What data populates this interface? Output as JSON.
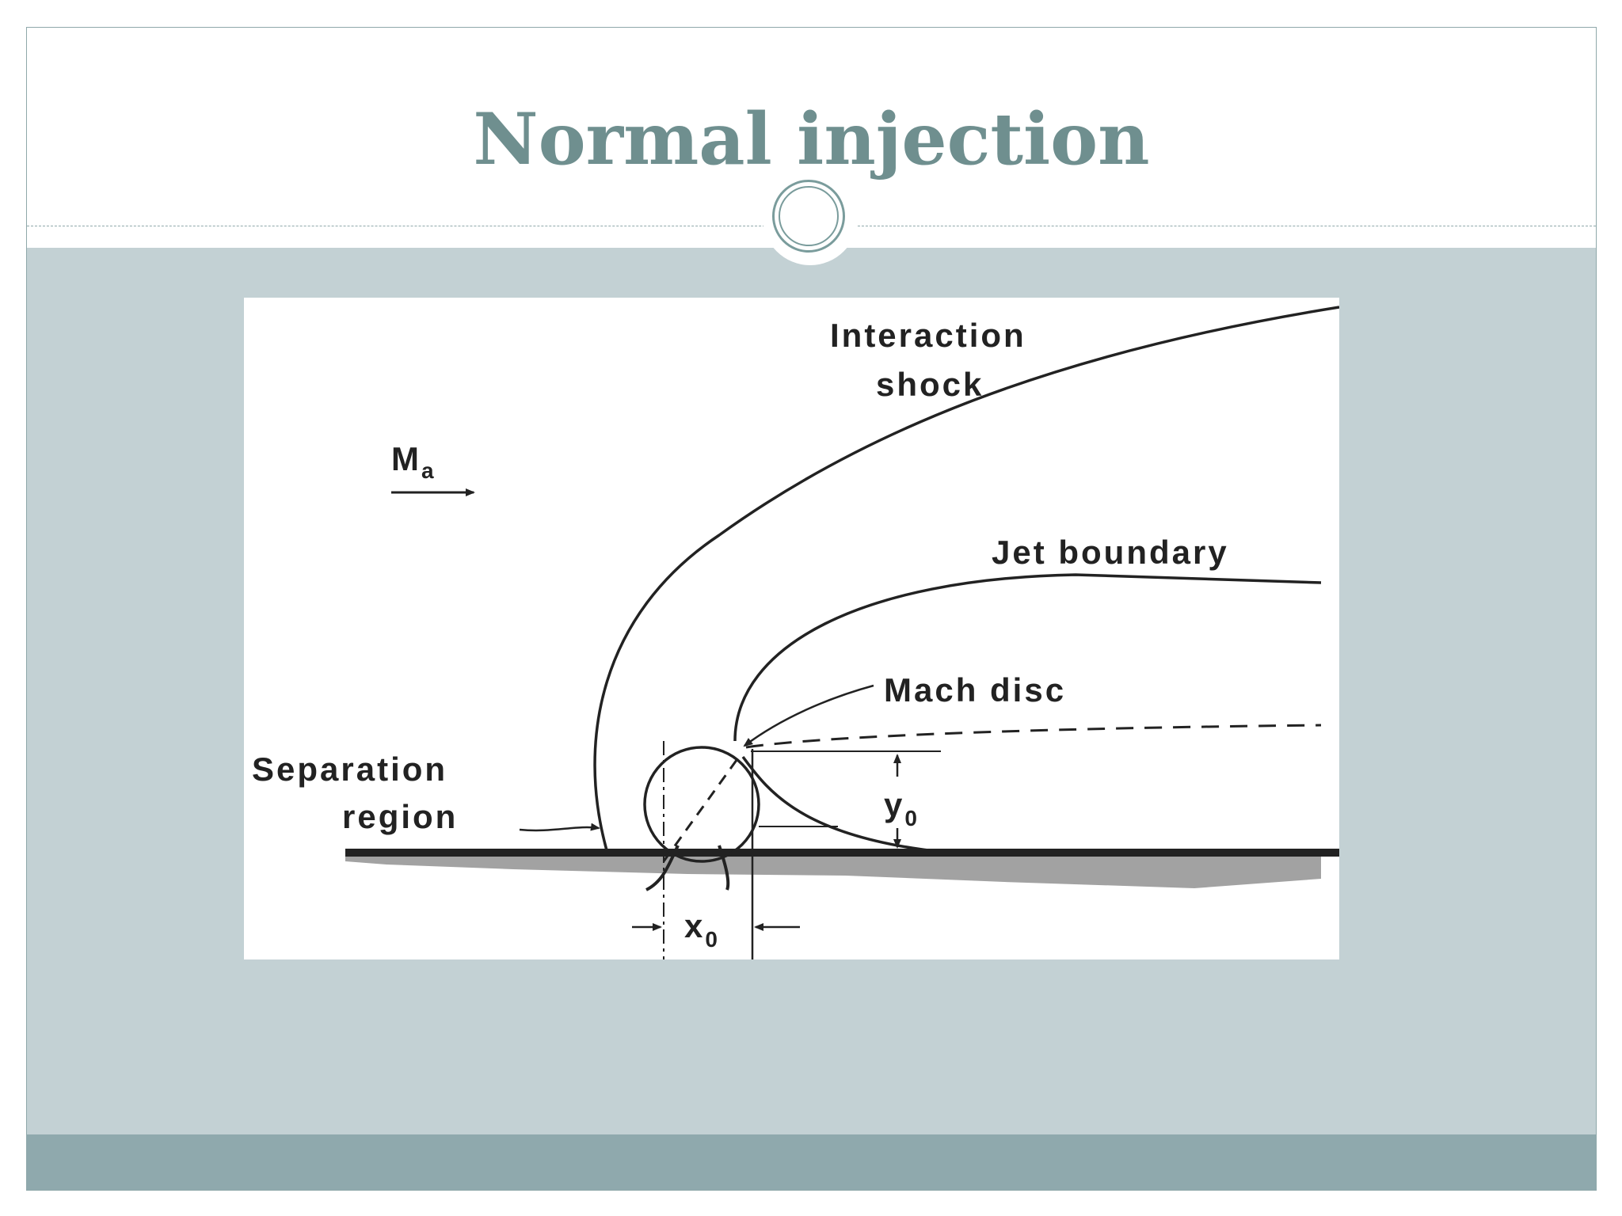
{
  "slide": {
    "title": "Normal injection"
  },
  "figure": {
    "labels": {
      "interaction_shock_line1": "Interaction",
      "interaction_shock_line2": "shock",
      "freestream_mach": "M",
      "freestream_mach_subscript": "a",
      "jet_boundary": "Jet boundary",
      "mach_disc": "Mach disc",
      "separation_region_line1": "Separation",
      "separation_region_line2": "region",
      "y_height": "y",
      "y_height_subscript": "0",
      "x_distance": "x",
      "x_distance_subscript": "0"
    }
  },
  "colors": {
    "title": "#6f8f8f",
    "content_band": "#c3d1d4",
    "bottom_band": "#8fa9ad",
    "ornament": "#7a9c9c",
    "ink": "#222222"
  }
}
